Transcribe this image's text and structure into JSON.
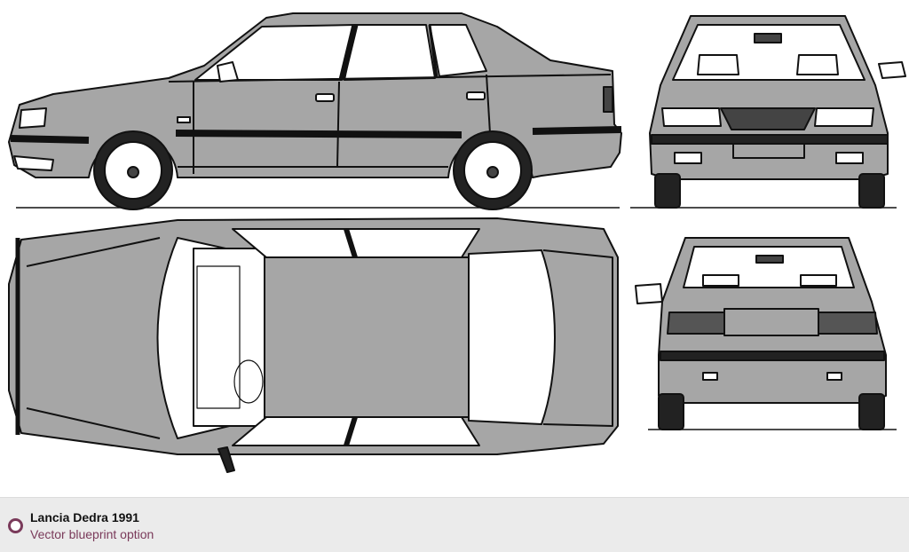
{
  "caption": {
    "title": "Lancia Dedra 1991",
    "subtitle": "Vector blueprint option",
    "icon": "circle-bullet-icon",
    "accent_color": "#7a3a5a"
  },
  "blueprint": {
    "views": [
      "side",
      "front",
      "top",
      "rear"
    ],
    "body_color": "#a6a6a6",
    "line_color": "#111111"
  }
}
